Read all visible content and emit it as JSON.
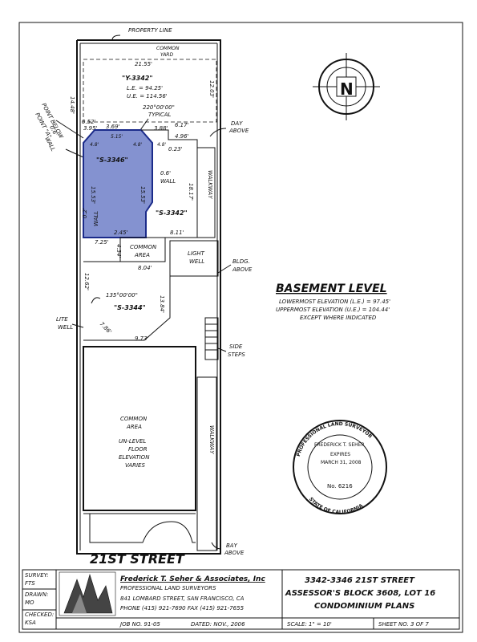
{
  "plan": {
    "property_line": "PROPERTY LINE",
    "common_yard": [
      "COMMON",
      "YARD"
    ],
    "unit_y3342": {
      "dim_top": "21.55'",
      "name": "\"Y-3342\"",
      "le": "L.E. = 94.25'",
      "ue": "U.E. = 114.56'",
      "dim_left": "14.48'",
      "dim_right": "12.03'"
    },
    "angle_typical": [
      "220°00'00\"",
      "TYPICAL"
    ],
    "point_below": [
      "POINT BELOW",
      "POINT \"A\""
    ],
    "wall_06": [
      "0.6'",
      "WALL"
    ],
    "dims_upper": [
      "0.52'",
      "3.95'",
      "3.69'",
      "3.88'",
      "6.17'",
      "4.96'",
      "0.23'",
      "5.15'",
      "4.8'",
      "4.8'",
      "4.8'"
    ],
    "unit_s3346": {
      "name": "\"S-3346\"",
      "wall_label": [
        "0.6'",
        "WALL"
      ],
      "dim_left": "15.53'",
      "dim_right": "15.53'",
      "wall_02": [
        "0.2'",
        "WALL"
      ],
      "dim_bottom": "2.45'",
      "color": "#6f7fc8"
    },
    "unit_s3342": {
      "name": "\"S-3342\"",
      "dim": "18.17'",
      "bottom": "8.11'"
    },
    "walkway_upper": "WALKWAY",
    "day_above": [
      "DAY",
      "ABOVE"
    ],
    "dim_725": "7.25'",
    "common_area_small": [
      "COMMON",
      "AREA"
    ],
    "dim_434": "4.34'",
    "dim_804": "8.04'",
    "light_well": [
      "LIGHT",
      "WELL"
    ],
    "bldg_above": [
      "BLDG.",
      "ABOVE"
    ],
    "dim_1262": "12.62'",
    "unit_s3344": {
      "angle": "135°00'00\"",
      "name": "\"S-3344\"",
      "dim_1384": "13.84'",
      "dim_786": "7.86'",
      "dim_973": "9.73'"
    },
    "lite_well": [
      "LITE",
      "WELL"
    ],
    "side_steps": [
      "SIDE",
      "STEPS"
    ],
    "common_area_main": [
      "COMMON",
      "AREA",
      "UN-LEVEL",
      "FLOOR",
      "ELEVATION",
      "VARIES"
    ],
    "walkway_lower": "WALKWAY",
    "bay_above": [
      "BAY",
      "ABOVE"
    ],
    "street": "21ST STREET"
  },
  "level": {
    "title": "BASEMENT LEVEL",
    "line1": "LOWERMOST ELEVATION (L.E.) = 97.45'",
    "line2": "UPPERMOST ELEVATION (U.E.) = 104.44'",
    "line3": "EXCEPT WHERE INDICATED"
  },
  "north": "N",
  "seal": {
    "ring_top": "PROFESSIONAL LAND SURVEYOR",
    "ring_bottom": "STATE OF CALIFORNIA",
    "name": "FREDERICK T. SEHER",
    "expires": "EXPIRES",
    "expires_date": "MARCH 31, 2008",
    "license": "No. 6216"
  },
  "title_block": {
    "survey_label": "SURVEY:",
    "survey_value": "FTS",
    "drawn_label": "DRAWN:",
    "drawn_value": "MO",
    "checked_label": "CHECKED:",
    "checked_value": "KSA",
    "firm": "Frederick T. Seher & Associates, Inc",
    "firm_sub": "PROFESSIONAL LAND SURVEYORS",
    "address": "841 LOMBARD STREET, SAN FRANCISCO, CA",
    "phone": "PHONE (415) 921-7690 FAX (415) 921-7655",
    "job_no": "JOB NO. 91-05",
    "dated": "DATED: NOV., 2006",
    "project_line1": "3342-3346 21ST STREET",
    "project_line2": "ASSESSOR'S BLOCK 3608, LOT 16",
    "project_line3": "CONDOMINIUM PLANS",
    "scale": "SCALE: 1\" = 10'",
    "sheet": "SHEET NO. 3 OF 7"
  }
}
